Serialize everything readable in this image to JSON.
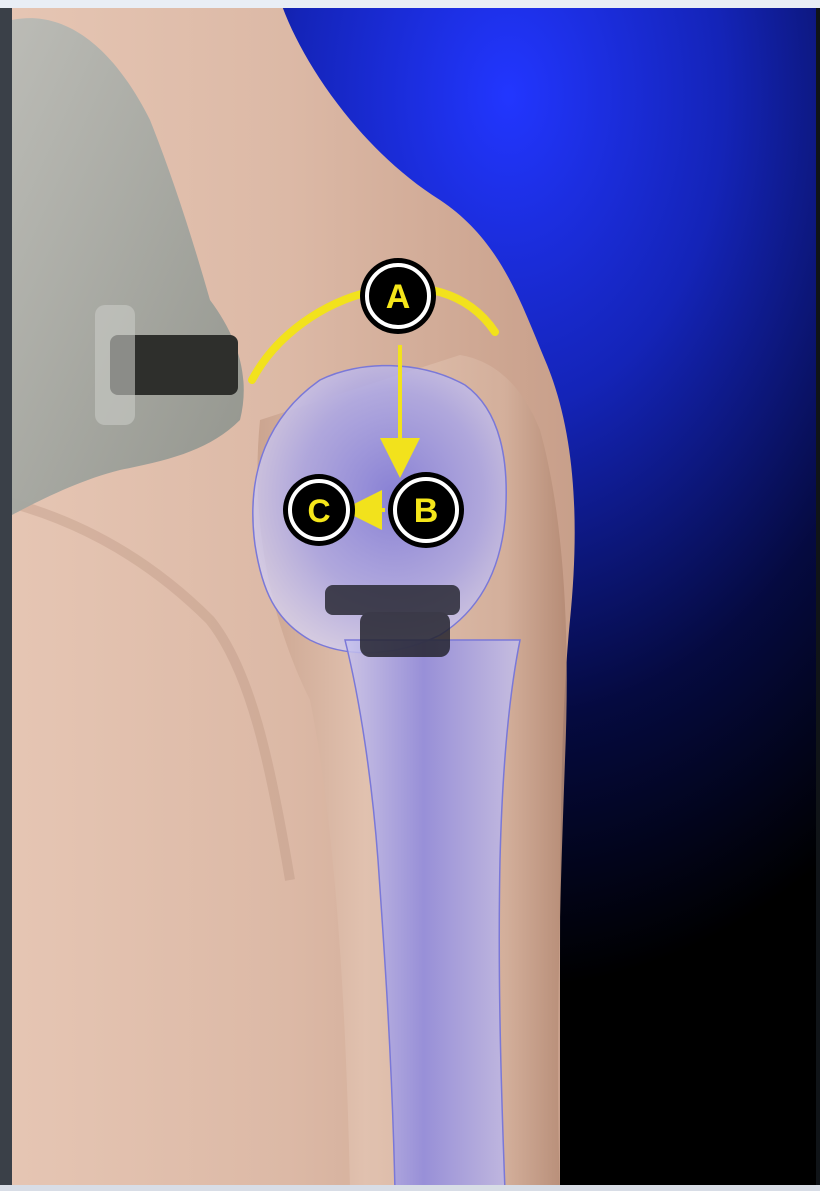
{
  "markers": [
    {
      "id": "A",
      "label": "A"
    },
    {
      "id": "B",
      "label": "B"
    },
    {
      "id": "C",
      "label": "C"
    }
  ],
  "colors": {
    "marker_fill": "#000000",
    "marker_ring": "#ffffff",
    "marker_text": "#f5e61a",
    "arc": "#f2e21c",
    "arrow": "#f2e21c",
    "bone": "#8a86e0",
    "skin": "#d9b8a6",
    "background_blue": "#1a2fd6",
    "background_dark": "#000000"
  }
}
